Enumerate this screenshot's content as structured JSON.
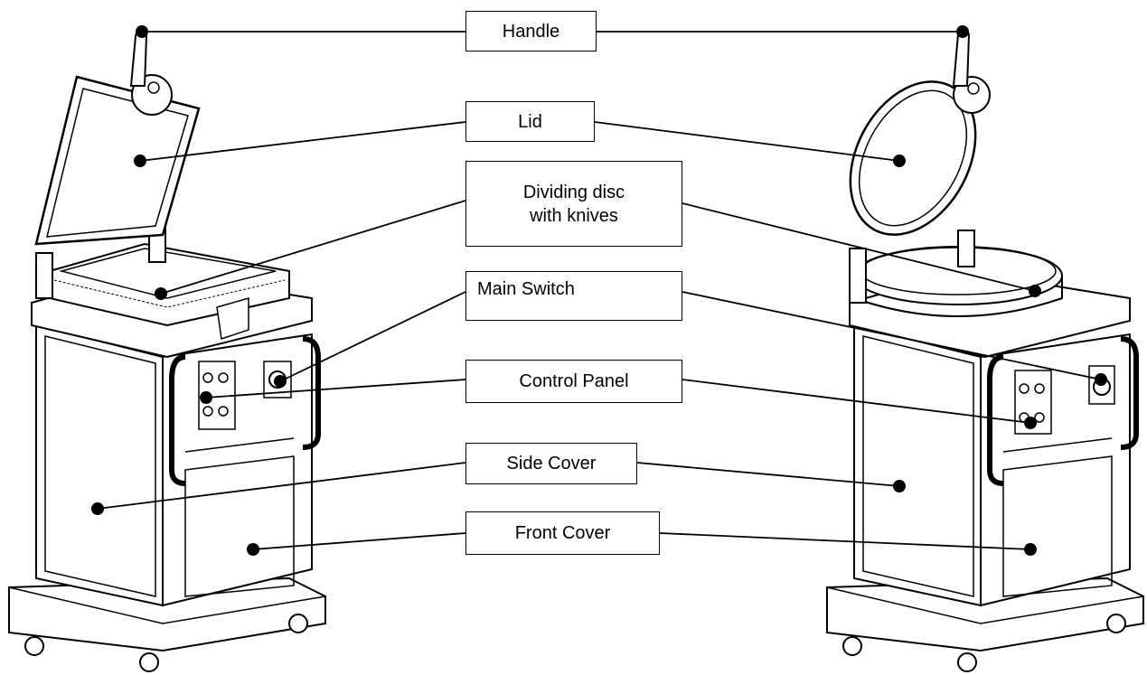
{
  "labels": {
    "handle": "Handle",
    "lid": "Lid",
    "dividing_disc_line1": "Dividing disc",
    "dividing_disc_line2": "with knives",
    "main_switch": "Main Switch",
    "control_panel": "Control Panel",
    "side_cover": "Side Cover",
    "front_cover": "Front Cover"
  },
  "colors": {
    "line": "#000000",
    "fill": "#ffffff",
    "shade": "#dddddd"
  }
}
